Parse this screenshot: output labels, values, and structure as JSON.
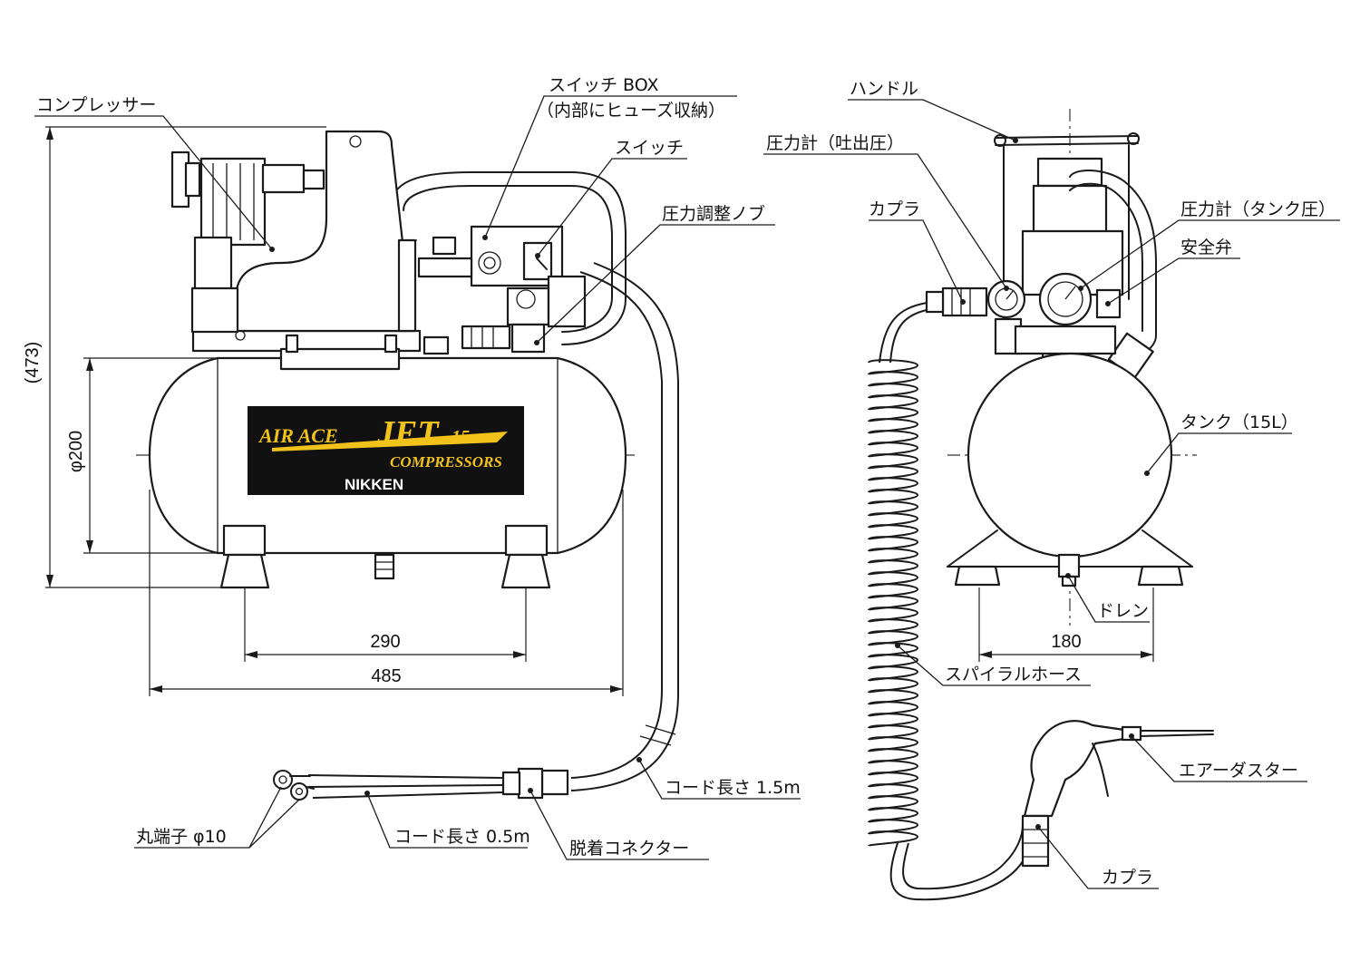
{
  "labels": {
    "compressor": "コンプレッサー",
    "switch_box": "スイッチ BOX",
    "switch_box_note": "（内部にヒューズ収納）",
    "switch": "スイッチ",
    "pressure_knob": "圧力調整ノブ",
    "handle": "ハンドル",
    "gauge_discharge": "圧力計（吐出圧）",
    "coupler_top": "カプラ",
    "gauge_tank": "圧力計（タンク圧）",
    "safety_valve": "安全弁",
    "tank": "タンク（15L）",
    "drain": "ドレン",
    "spiral_hose": "スパイラルホース",
    "air_duster": "エアーダスター",
    "coupler_bottom": "カプラ",
    "cord_length_long": "コード長さ 1.5m",
    "ring_terminal": "丸端子 φ10",
    "cord_length_short": "コード長さ 0.5m",
    "connector": "脱着コネクター"
  },
  "dimensions": {
    "height": "(473)",
    "diameter": "φ200",
    "foot_pitch": "290",
    "length": "485",
    "width": "180"
  },
  "logo": {
    "line1": "AIR ACE",
    "line1_big": "JET",
    "line1_num": "15",
    "line2": "COMPRESSORS",
    "brand": "NIKKEN",
    "accent_color": "#f0c21a",
    "panel_color": "#111111"
  }
}
